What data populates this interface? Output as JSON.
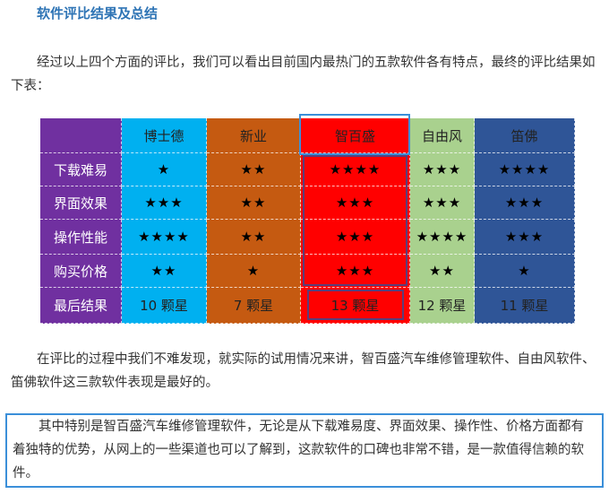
{
  "title": "软件评比结果及总结",
  "intro": "经过以上四个方面的评比，我们可以看出目前国内最热门的五款软件各有特点，最终的评比结果如下表：",
  "table": {
    "headers": [
      "博士德",
      "新业",
      "智百盛",
      "自由风",
      "笛佛"
    ],
    "rows": [
      {
        "label": "下载难易",
        "cells": [
          "★",
          "★★",
          "★★★★",
          "★★★",
          "★★★★"
        ]
      },
      {
        "label": "界面效果",
        "cells": [
          "★★★",
          "★★",
          "★★★",
          "★★★",
          "★★★"
        ]
      },
      {
        "label": "操作性能",
        "cells": [
          "★★★★",
          "★★",
          "★★★",
          "★★★★",
          "★★★"
        ]
      },
      {
        "label": "购买价格",
        "cells": [
          "★★",
          "★",
          "★★★",
          "★★",
          "★"
        ]
      },
      {
        "label": "最后结果",
        "cells": [
          "10 颗星",
          "7 颗星",
          "13 颗星",
          "12 颗星",
          "11 颗星"
        ]
      }
    ],
    "colors": {
      "label_col": "#7030a0",
      "columns": [
        "#00b0f0",
        "#c55a11",
        "#ff0000",
        "#a9d18e",
        "#2f5597"
      ],
      "highlight_border": "#3b8fd9"
    }
  },
  "paragraph2": "在评比的过程中我们不难发现，就实际的试用情况来讲，智百盛汽车维修管理软件、自由风软件、笛佛软件这三款软件表现是最好的。",
  "paragraph3": "其中特别是智百盛汽车维修管理软件，无论是从下载难易度、界面效果、操作性、价格方面都有着独特的优势，从网上的一些渠道也可以了解到，这款软件的口碑也非常不错，是一款值得信赖的软件。"
}
